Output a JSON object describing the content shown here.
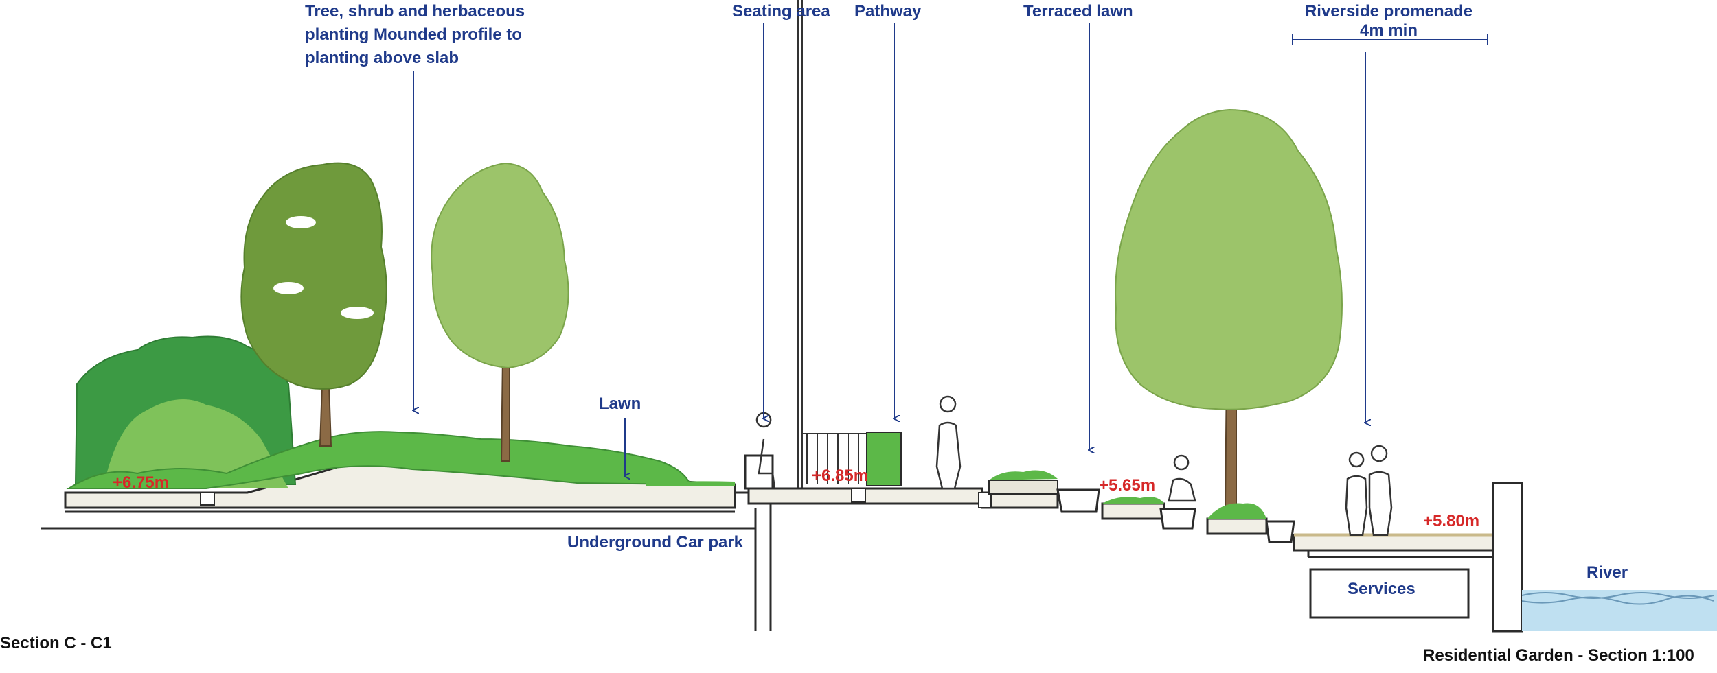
{
  "labels": {
    "planting": [
      "Tree, shrub and herbaceous",
      "planting Mounded profile to",
      "planting above slab"
    ],
    "seating": "Seating area",
    "pathway": "Pathway",
    "terraced": "Terraced lawn",
    "promenade": [
      "Riverside promenade",
      "4m min"
    ],
    "lawn": "Lawn",
    "carpark": "Underground Car park",
    "services": "Services",
    "river": "River"
  },
  "levels": {
    "l1": "+6.75m",
    "l2": "+6.85m",
    "l3": "+5.65m",
    "l4": "+5.80m"
  },
  "captions": {
    "section": "Section C - C1",
    "title": "Residential Garden - Section 1:100"
  },
  "colors": {
    "label": "#1f3a8a",
    "level": "#d62828",
    "line": "#2b2b2b",
    "tree_dark": "#6f9a3c",
    "tree_light": "#9cc46a",
    "grass": "#5cb848",
    "slab": "#f1efe6",
    "water": "#bfe0f1"
  }
}
